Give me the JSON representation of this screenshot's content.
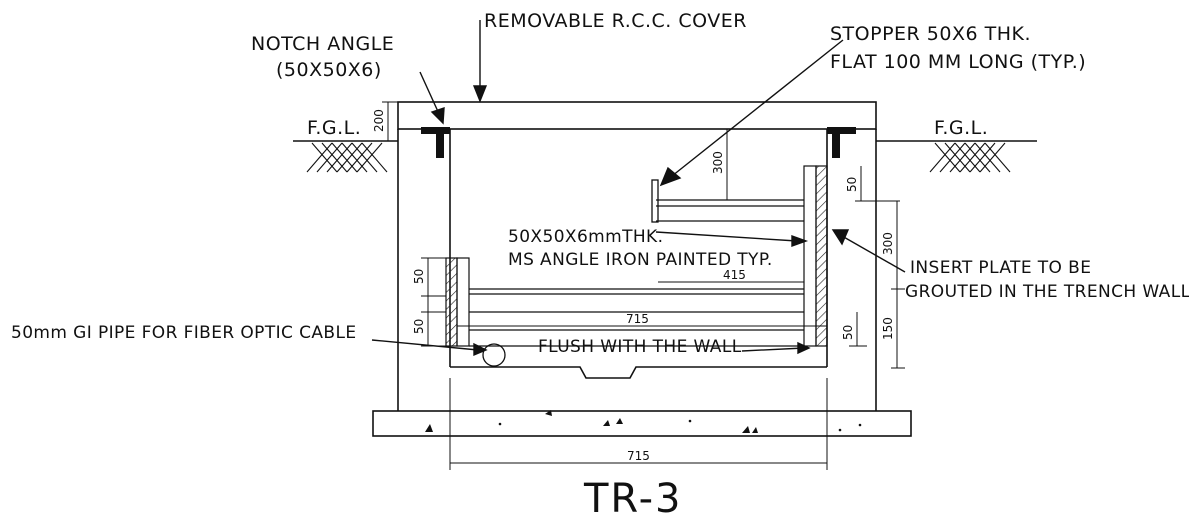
{
  "labels": {
    "cover": "REMOVABLE R.C.C. COVER",
    "stopper_line1": "STOPPER 50X6 THK.",
    "stopper_line2": "FLAT 100 MM LONG (TYP.)",
    "notch_line1": "NOTCH ANGLE",
    "notch_line2": "(50X50X6)",
    "fgl_left": "F.G.L.",
    "fgl_right": "F.G.L.",
    "angle_line1": "50X50X6mmTHK.",
    "angle_line2": "MS ANGLE IRON PAINTED TYP.",
    "insert_line1": "INSERT PLATE TO BE",
    "insert_line2": "GROUTED IN THE TRENCH WALL",
    "pipe": "50mm GI PIPE FOR FIBER OPTIC CABLE",
    "flush": "FLUSH WITH THE WALL",
    "title": "TR-3"
  },
  "dimensions": {
    "d200": "200",
    "d300_left": "300",
    "d50_top_right": "50",
    "d300_right": "300",
    "d50_left_upper": "50",
    "d50_left_lower": "50",
    "d415": "415",
    "d715_inner": "715",
    "d50_right_lower": "50",
    "d150": "150",
    "d715_bottom": "715"
  }
}
